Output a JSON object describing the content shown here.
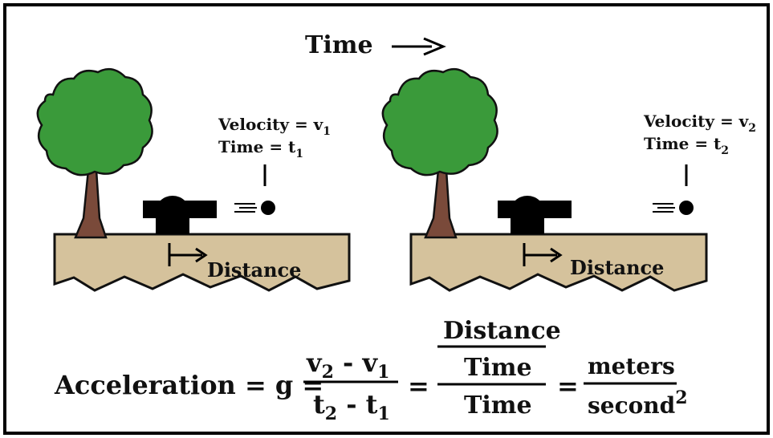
{
  "header": {
    "time_label": "Time"
  },
  "panels": [
    {
      "velocity_label": "Velocity = v",
      "velocity_sub": "1",
      "time_label": "Time = t",
      "time_sub": "1",
      "distance_label": "Distance"
    },
    {
      "velocity_label": "Velocity = v",
      "velocity_sub": "2",
      "time_label": "Time = t",
      "time_sub": "2",
      "distance_label": "Distance"
    }
  ],
  "formula": {
    "lhs": "Acceleration = g =",
    "num_v2": "v",
    "num_v2_sub": "2",
    "num_minus": " - ",
    "num_v1": "v",
    "num_v1_sub": "1",
    "den_t2": "t",
    "den_t2_sub": "2",
    "den_minus": " - ",
    "den_t1": "t",
    "den_t1_sub": "1",
    "eq1": "=",
    "dist": "Distance",
    "time_top": "Time",
    "time_bottom": "Time",
    "eq2": "=",
    "meters": "meters",
    "second": "second",
    "second_exp": "2"
  }
}
